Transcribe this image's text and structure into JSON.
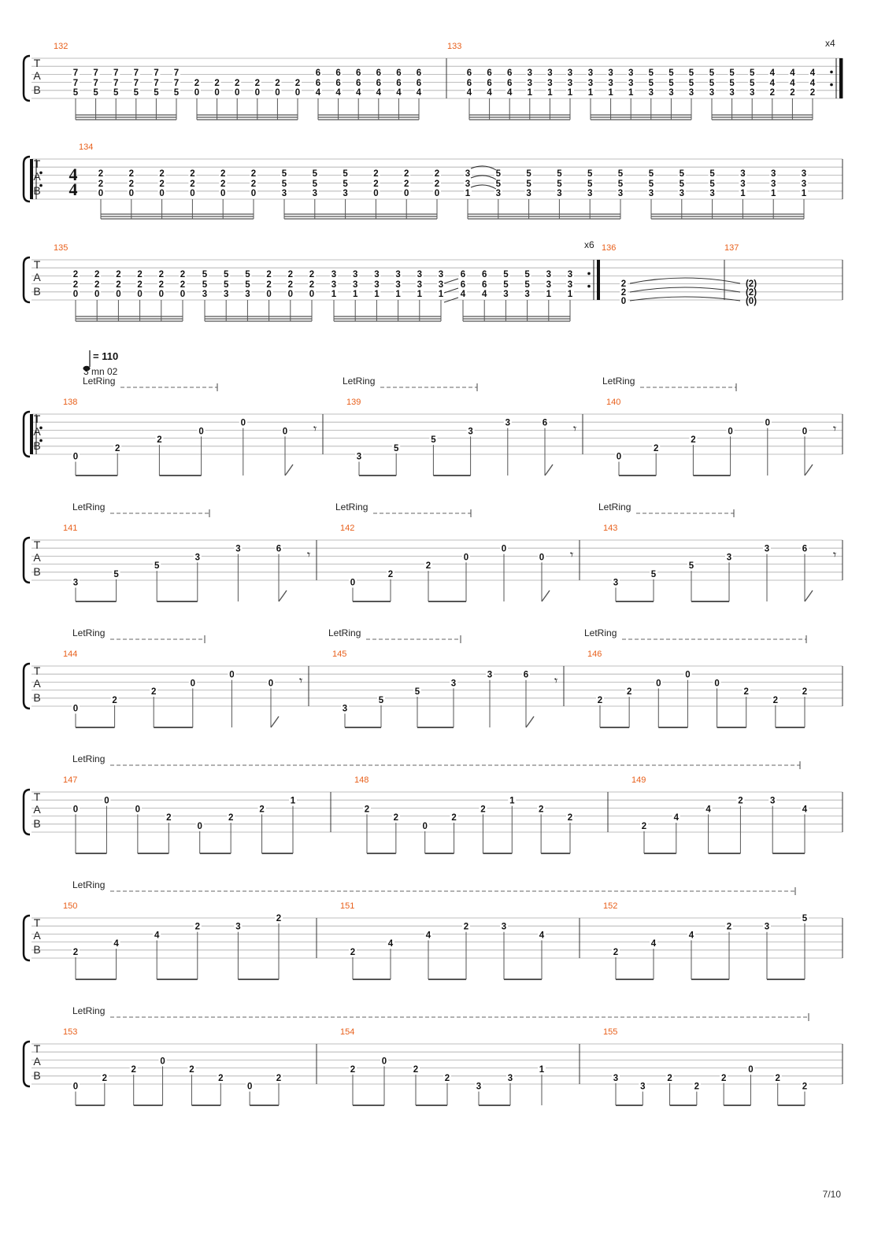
{
  "page": {
    "number": "7/10"
  },
  "tempo": {
    "bpm": "= 110",
    "time": "3 mn 02"
  },
  "letring_label": "LetRing",
  "time_signature": {
    "top": "4",
    "bottom": "4"
  },
  "systems": [
    {
      "id": 1,
      "measures": [
        {
          "num": "132",
          "beats": [
            [
              7,
              7,
              5
            ],
            [
              7,
              7,
              5
            ],
            [
              7,
              7,
              5
            ],
            [
              7,
              7,
              5
            ],
            [
              7,
              7,
              5
            ],
            [
              7,
              7,
              5
            ],
            [
              null,
              2,
              0
            ],
            [
              null,
              2,
              0
            ],
            [
              null,
              2,
              0
            ],
            [
              null,
              2,
              0
            ],
            [
              null,
              2,
              0
            ],
            [
              null,
              2,
              0
            ],
            [
              6,
              6,
              4
            ],
            [
              6,
              6,
              4
            ],
            [
              6,
              6,
              4
            ],
            [
              6,
              6,
              4
            ],
            [
              6,
              6,
              4
            ],
            [
              6,
              6,
              4
            ]
          ]
        },
        {
          "num": "133",
          "beats": [
            [
              6,
              6,
              4
            ],
            [
              6,
              6,
              4
            ],
            [
              6,
              6,
              4
            ],
            [
              3,
              3,
              1
            ],
            [
              3,
              3,
              1
            ],
            [
              3,
              3,
              1
            ],
            [
              3,
              3,
              1
            ],
            [
              3,
              3,
              1
            ],
            [
              3,
              3,
              1
            ],
            [
              5,
              5,
              3
            ],
            [
              5,
              5,
              3
            ],
            [
              5,
              5,
              3
            ],
            [
              5,
              5,
              3
            ],
            [
              5,
              5,
              3
            ],
            [
              5,
              5,
              3
            ],
            [
              4,
              4,
              2
            ],
            [
              4,
              4,
              2
            ],
            [
              4,
              4,
              2
            ]
          ],
          "repeat": "x4"
        }
      ]
    },
    {
      "id": 2,
      "measures": [
        {
          "num": "134",
          "beats": [
            [
              2,
              2,
              0
            ],
            [
              2,
              2,
              0
            ],
            [
              2,
              2,
              0
            ],
            [
              2,
              2,
              0
            ],
            [
              2,
              2,
              0
            ],
            [
              2,
              2,
              0
            ],
            [
              5,
              5,
              3
            ],
            [
              5,
              5,
              3
            ],
            [
              5,
              5,
              3
            ],
            [
              2,
              2,
              0
            ],
            [
              2,
              2,
              0
            ],
            [
              2,
              2,
              0
            ],
            [
              3,
              3,
              1
            ],
            [
              5,
              5,
              3
            ],
            [
              5,
              5,
              3
            ],
            [
              5,
              5,
              3
            ],
            [
              5,
              5,
              3
            ],
            [
              5,
              5,
              3
            ],
            [
              5,
              5,
              3
            ],
            [
              5,
              5,
              3
            ],
            [
              5,
              5,
              3
            ],
            [
              3,
              3,
              1
            ],
            [
              3,
              3,
              1
            ],
            [
              3,
              3,
              1
            ]
          ]
        }
      ]
    },
    {
      "id": 3,
      "measures": [
        {
          "num": "135",
          "beats": [
            [
              2,
              2,
              0
            ],
            [
              2,
              2,
              0
            ],
            [
              2,
              2,
              0
            ],
            [
              2,
              2,
              0
            ],
            [
              2,
              2,
              0
            ],
            [
              2,
              2,
              0
            ],
            [
              5,
              5,
              3
            ],
            [
              5,
              5,
              3
            ],
            [
              5,
              5,
              3
            ],
            [
              2,
              2,
              0
            ],
            [
              2,
              2,
              0
            ],
            [
              2,
              2,
              0
            ],
            [
              3,
              3,
              1
            ],
            [
              3,
              3,
              1
            ],
            [
              3,
              3,
              1
            ],
            [
              3,
              3,
              1
            ],
            [
              3,
              3,
              1
            ],
            [
              3,
              3,
              1
            ],
            [
              6,
              6,
              4
            ],
            [
              6,
              6,
              4
            ],
            [
              5,
              5,
              3
            ],
            [
              5,
              5,
              3
            ],
            [
              3,
              3,
              1
            ],
            [
              3,
              3,
              1
            ]
          ],
          "repeat": "x6"
        },
        {
          "num": "136",
          "beats": [
            [
              2,
              2,
              0
            ]
          ]
        },
        {
          "num": "137",
          "beats": [
            [
              "(2)",
              "(2)",
              "(0)"
            ]
          ]
        }
      ]
    }
  ],
  "melody": [
    {
      "measures": [
        {
          "num": "138",
          "notes": [
            [
              "0",
              6
            ],
            [
              "2",
              5
            ],
            [
              "2",
              4
            ],
            [
              "0",
              3
            ],
            [
              "0",
              2
            ],
            [
              "0",
              3
            ]
          ]
        },
        {
          "num": "139",
          "notes": [
            [
              "3",
              6
            ],
            [
              "5",
              5
            ],
            [
              "5",
              4
            ],
            [
              "3",
              3
            ],
            [
              "3",
              2
            ],
            [
              "6",
              2
            ]
          ]
        },
        {
          "num": "140",
          "notes": [
            [
              "0",
              6
            ],
            [
              "2",
              5
            ],
            [
              "2",
              4
            ],
            [
              "0",
              3
            ],
            [
              "0",
              2
            ],
            [
              "0",
              3
            ]
          ]
        }
      ]
    },
    {
      "measures": [
        {
          "num": "141",
          "notes": [
            [
              "3",
              6
            ],
            [
              "5",
              5
            ],
            [
              "5",
              4
            ],
            [
              "3",
              3
            ],
            [
              "3",
              2
            ],
            [
              "6",
              2
            ]
          ]
        },
        {
          "num": "142",
          "notes": [
            [
              "0",
              6
            ],
            [
              "2",
              5
            ],
            [
              "2",
              4
            ],
            [
              "0",
              3
            ],
            [
              "0",
              2
            ],
            [
              "0",
              3
            ]
          ]
        },
        {
          "num": "143",
          "notes": [
            [
              "3",
              6
            ],
            [
              "5",
              5
            ],
            [
              "5",
              4
            ],
            [
              "3",
              3
            ],
            [
              "3",
              2
            ],
            [
              "6",
              2
            ]
          ]
        }
      ]
    },
    {
      "measures": [
        {
          "num": "144",
          "notes": [
            [
              "0",
              6
            ],
            [
              "2",
              5
            ],
            [
              "2",
              4
            ],
            [
              "0",
              3
            ],
            [
              "0",
              2
            ],
            [
              "0",
              3
            ]
          ]
        },
        {
          "num": "145",
          "notes": [
            [
              "3",
              6
            ],
            [
              "5",
              5
            ],
            [
              "5",
              4
            ],
            [
              "3",
              3
            ],
            [
              "3",
              2
            ],
            [
              "6",
              2
            ]
          ]
        },
        {
          "num": "146",
          "notes": [
            [
              "2",
              5
            ],
            [
              "2",
              4
            ],
            [
              "0",
              3
            ],
            [
              "0",
              2
            ],
            [
              "0",
              3
            ],
            [
              "2",
              4
            ],
            [
              "2",
              5
            ],
            [
              "2",
              4
            ]
          ]
        }
      ]
    },
    {
      "measures": [
        {
          "num": "147",
          "notes": [
            [
              "0",
              3
            ],
            [
              "0",
              2
            ],
            [
              "0",
              3
            ],
            [
              "2",
              4
            ],
            [
              "0",
              5
            ],
            [
              "2",
              4
            ],
            [
              "2",
              3
            ],
            [
              "1",
              2
            ]
          ]
        },
        {
          "num": "148",
          "notes": [
            [
              "2",
              3
            ],
            [
              "2",
              4
            ],
            [
              "0",
              5
            ],
            [
              "2",
              4
            ],
            [
              "2",
              3
            ],
            [
              "1",
              2
            ],
            [
              "2",
              3
            ],
            [
              "2",
              4
            ]
          ]
        },
        {
          "num": "149",
          "notes": [
            [
              "2",
              5
            ],
            [
              "4",
              4
            ],
            [
              "4",
              3
            ],
            [
              "2",
              2
            ],
            [
              "3",
              2
            ],
            [
              "4",
              3
            ]
          ]
        }
      ]
    },
    {
      "measures": [
        {
          "num": "150",
          "notes": [
            [
              "2",
              5
            ],
            [
              "4",
              4
            ],
            [
              "4",
              3
            ],
            [
              "2",
              2
            ],
            [
              "3",
              2
            ],
            [
              "2",
              1
            ]
          ]
        },
        {
          "num": "151",
          "notes": [
            [
              "2",
              5
            ],
            [
              "4",
              4
            ],
            [
              "4",
              3
            ],
            [
              "2",
              2
            ],
            [
              "3",
              2
            ],
            [
              "4",
              3
            ]
          ]
        },
        {
          "num": "152",
          "notes": [
            [
              "2",
              5
            ],
            [
              "4",
              4
            ],
            [
              "4",
              3
            ],
            [
              "2",
              2
            ],
            [
              "3",
              2
            ],
            [
              "5",
              1
            ]
          ]
        }
      ]
    },
    {
      "measures": [
        {
          "num": "153",
          "notes": [
            [
              "0",
              6
            ],
            [
              "2",
              5
            ],
            [
              "2",
              4
            ],
            [
              "0",
              3
            ],
            [
              "2",
              4
            ],
            [
              "2",
              5
            ],
            [
              "0",
              6
            ],
            [
              "2",
              5
            ]
          ]
        },
        {
          "num": "154",
          "notes": [
            [
              "2",
              4
            ],
            [
              "0",
              3
            ],
            [
              "2",
              4
            ],
            [
              "2",
              5
            ],
            [
              "3",
              6
            ],
            [
              "3",
              5
            ],
            [
              "1",
              4
            ]
          ]
        },
        {
          "num": "155",
          "notes": [
            [
              "3",
              5
            ],
            [
              "3",
              6
            ],
            [
              "2",
              5
            ],
            [
              "2",
              6
            ],
            [
              "2",
              5
            ],
            [
              "0",
              4
            ],
            [
              "2",
              5
            ],
            [
              "2",
              6
            ]
          ]
        }
      ]
    }
  ]
}
